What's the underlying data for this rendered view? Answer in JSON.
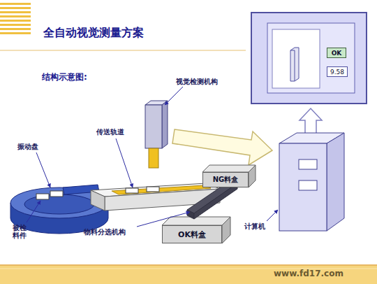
{
  "diagram": {
    "title": "全自动视觉测量方案",
    "nodes": [
      {
        "text": [
          "OK"
        ]
      },
      {
        "text": [
          "9.58"
        ]
      },
      {
        "text": [
          "NG料盒"
        ]
      },
      {
        "text": [
          "OK料盒"
        ]
      }
    ],
    "labels": [
      "结构示意图:",
      "视觉检测机构",
      "传送轨道",
      "振动盘",
      "被检料件",
      "物料分选机构",
      "计算机",
      "www.fd17.com"
    ]
  }
}
